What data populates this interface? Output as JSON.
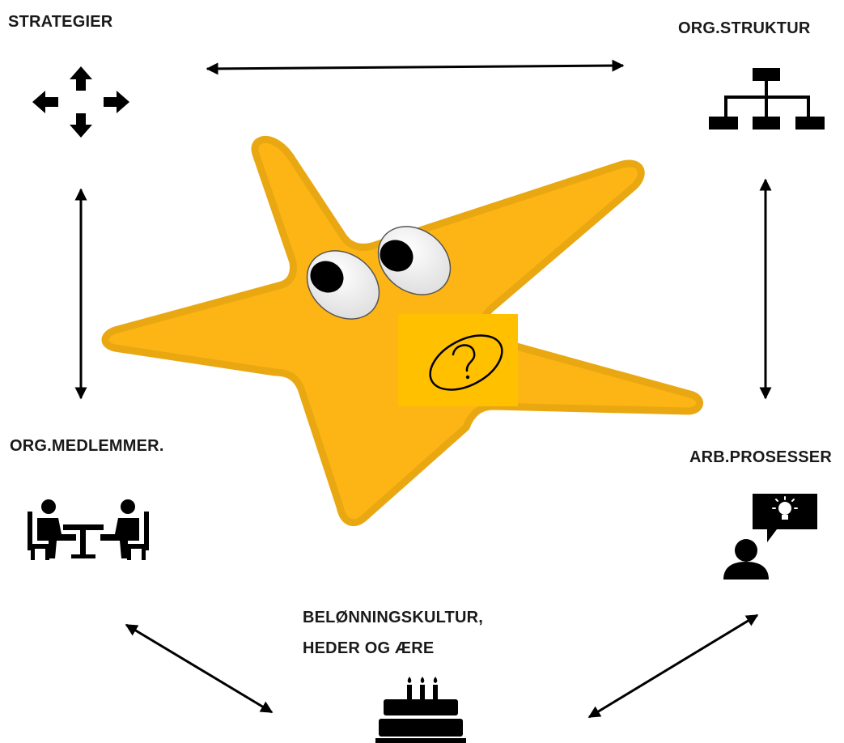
{
  "labels": {
    "strategier": "STRATEGIER",
    "org_struktur": "ORG.STRUKTUR",
    "org_medlemmer": "ORG.MEDLEMMER.",
    "arb_prosesser": "ARB.PROSESSER",
    "belonning_line1": "BELØNNINGSKULTUR,",
    "belonning_line2": "HEDER OG ÆRE"
  },
  "icons": {
    "strategier": "move-arrows-icon",
    "org_struktur": "org-chart-icon",
    "org_medlemmer": "meeting-people-icon",
    "arb_prosesser": "idea-person-icon",
    "belonning": "birthday-cake-icon",
    "center": "confused-star-icon"
  },
  "colors": {
    "star_fill": "#FDB515",
    "star_outline": "#E9A812",
    "patch": "#FFC000",
    "ink": "#000000"
  }
}
